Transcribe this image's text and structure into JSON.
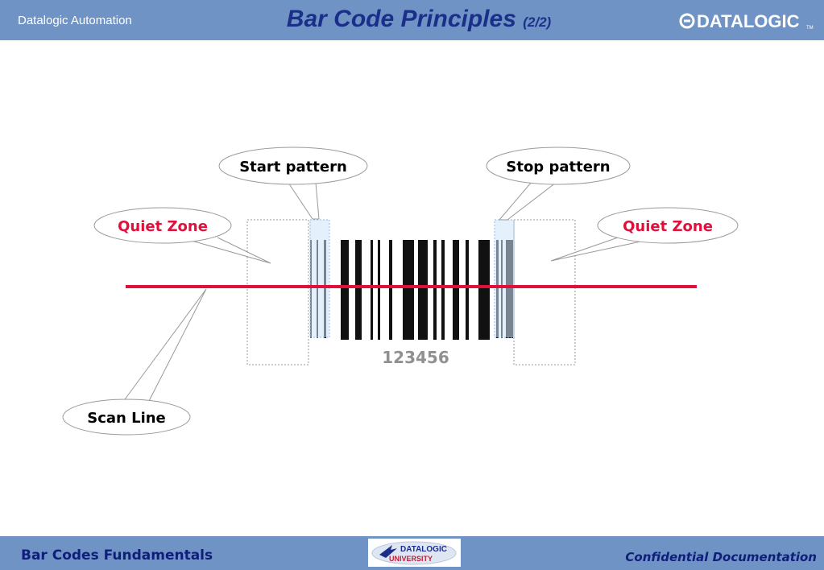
{
  "header": {
    "company": "Datalogic Automation",
    "title": "Bar Code Principles",
    "title_suffix": "(2/2)",
    "logo_text": "DATALOGIC",
    "logo_mark": "TM"
  },
  "diagram": {
    "callouts": {
      "start_pattern": "Start pattern",
      "stop_pattern": "Stop pattern",
      "quiet_zone_left": "Quiet Zone",
      "quiet_zone_right": "Quiet Zone",
      "scan_line": "Scan Line"
    },
    "barcode_text": "123456",
    "colors": {
      "scan_line": "#e0103a",
      "quiet_zone_label": "#e0103a",
      "highlight": "#cfe4fb",
      "bars": "#111111"
    }
  },
  "footer": {
    "left": "Bar Codes Fundamentals",
    "right": "Confidential Documentation",
    "logo_line1": "DATALOGIC",
    "logo_line2": "UNIVERSITY"
  }
}
